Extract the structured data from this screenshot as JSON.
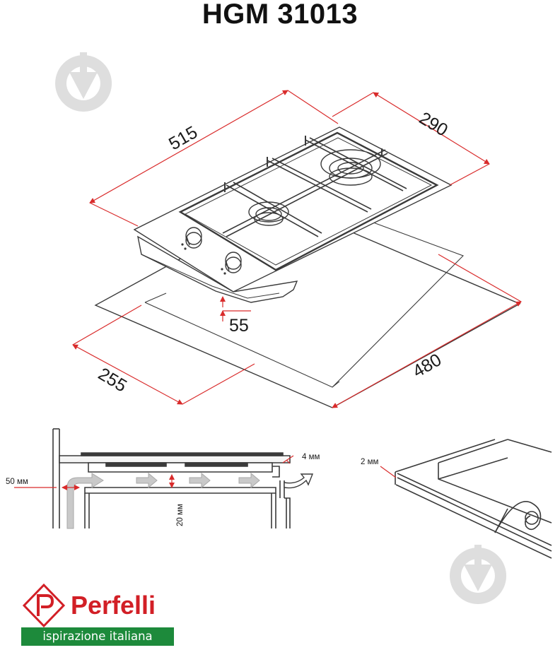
{
  "title": "HGM 31013",
  "dimensions": {
    "width": "515",
    "depth": "290",
    "height": "55",
    "cutout_width": "480",
    "cutout_depth": "255"
  },
  "install_notes": {
    "side_clearance": "50 мм",
    "vent_gap": "4 мм",
    "under_gap": "20 мм",
    "seal_thickness": "2 мм"
  },
  "brand": {
    "name": "Perfelli",
    "slogan": "ispirazione italiana",
    "red": "#d21f26",
    "green": "#1d8a3b"
  },
  "icons": [
    "placeholder-image-icon",
    "arrow-right-icon",
    "brand-logo-icon"
  ]
}
